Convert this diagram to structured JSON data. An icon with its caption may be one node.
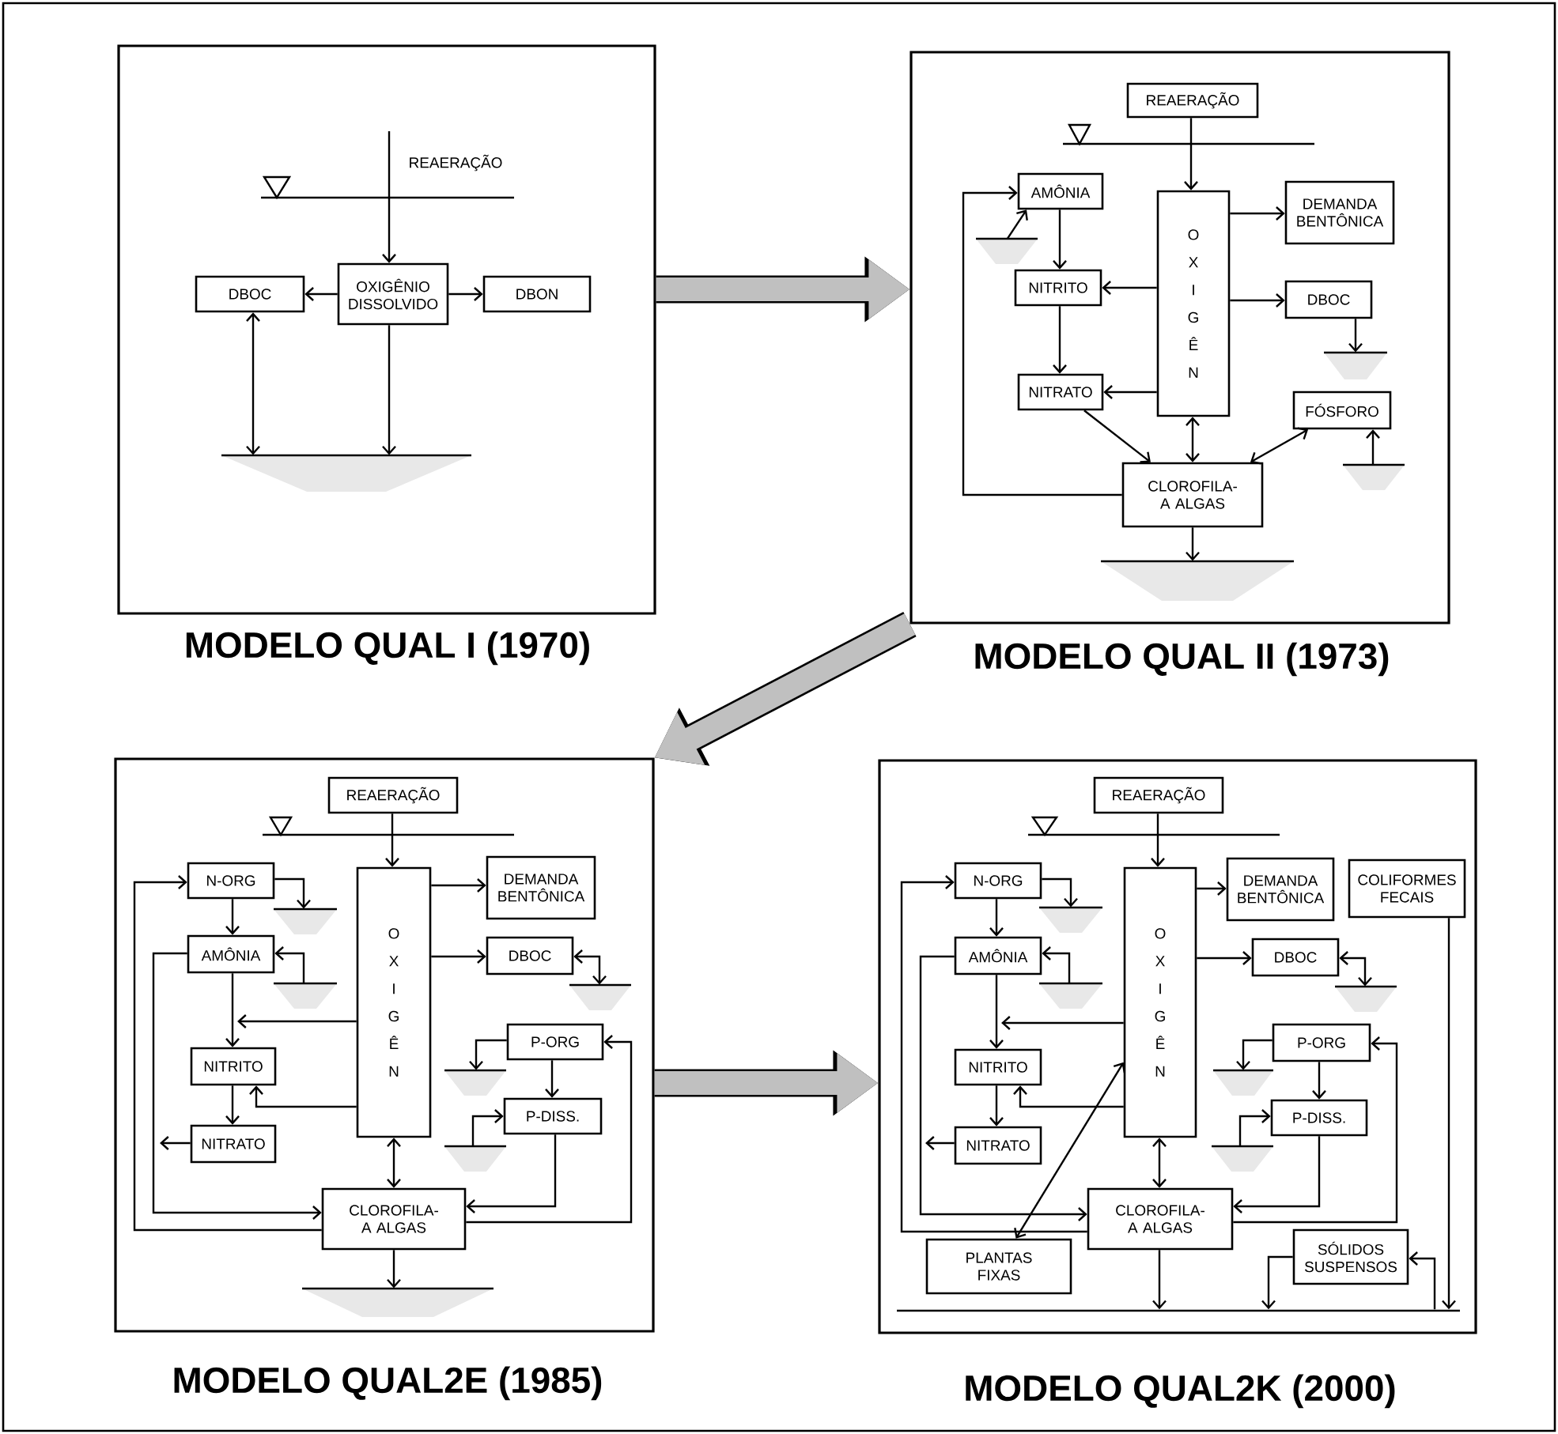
{
  "diagram": {
    "nodes": [
      {
        "text": [
          "MODELO QUAL I (1970)"
        ]
      },
      {
        "text": [
          "OXIGÊNIO DISSOLVIDO"
        ],
        "in": 0
      },
      {
        "text": [
          "DBOC"
        ],
        "in": 0
      },
      {
        "text": [
          "DBON"
        ],
        "in": 0
      },
      {
        "text": [],
        "shape": "trapezoid",
        "in": 0
      },
      {
        "text": [
          "MODELO QUAL II (1973)"
        ]
      },
      {
        "text": [
          "REAERAÇÃO"
        ],
        "in": 5
      },
      {
        "text": [
          "AMÔNIA"
        ],
        "in": 5
      },
      {
        "text": [
          "O X I G Ê N"
        ],
        "in": 5
      },
      {
        "text": [
          "DEMANDA BENTÔNICA"
        ],
        "in": 5
      },
      {
        "text": [],
        "shape": "trapezoid",
        "in": 5
      },
      {
        "text": [
          "NITRITO"
        ],
        "in": 5
      },
      {
        "text": [
          "DBOC"
        ],
        "in": 5
      },
      {
        "text": [],
        "shape": "trapezoid",
        "in": 5
      },
      {
        "text": [
          "NITRATO"
        ],
        "in": 5
      },
      {
        "text": [
          "FÓSFORO"
        ],
        "in": 5
      },
      {
        "text": [],
        "shape": "trapezoid",
        "in": 5
      },
      {
        "text": [
          "CLOROFILA-A ALGAS"
        ],
        "in": 5
      },
      {
        "text": [],
        "shape": "trapezoid",
        "in": 5
      },
      {
        "text": [
          "MODELO QUAL2E (1985)"
        ]
      },
      {
        "text": [
          "REAERAÇÃO"
        ],
        "in": 19
      },
      {
        "text": [
          "N-ORG"
        ],
        "in": 19
      },
      {
        "text": [
          "O X I G Ê N"
        ],
        "in": 19
      },
      {
        "text": [
          "DEMANDA BENTÔNICA"
        ],
        "in": 19
      },
      {
        "text": [],
        "shape": "trapezoid",
        "in": 19
      },
      {
        "text": [
          "AMÔNIA"
        ],
        "in": 19
      },
      {
        "text": [
          "DBOC"
        ],
        "in": 19
      },
      {
        "text": [],
        "shape": "trapezoid",
        "in": 19
      },
      {
        "text": [],
        "shape": "trapezoid",
        "in": 19
      },
      {
        "text": [
          "P-ORG"
        ],
        "in": 19
      },
      {
        "text": [
          "NITRITO"
        ],
        "in": 19
      },
      {
        "text": [],
        "shape": "trapezoid",
        "in": 19
      },
      {
        "text": [
          "P-DISS."
        ],
        "in": 19
      },
      {
        "text": [
          "NITRATO"
        ],
        "in": 19
      },
      {
        "text": [],
        "shape": "trapezoid",
        "in": 19
      },
      {
        "text": [
          "CLOROFILA-A ALGAS"
        ],
        "in": 19
      },
      {
        "text": [],
        "shape": "trapezoid",
        "in": 19
      },
      {
        "text": [
          "MODELO QUAL2K (2000)"
        ]
      },
      {
        "text": [
          "REAERAÇÃO"
        ],
        "in": 37
      },
      {
        "text": [
          "N-ORG"
        ],
        "in": 37
      },
      {
        "text": [
          "O X I G Ê N"
        ],
        "in": 37
      },
      {
        "text": [
          "DEMANDA BENTÔNICA"
        ],
        "in": 37
      },
      {
        "text": [
          "COLIFORMES FECAIS"
        ],
        "in": 37
      },
      {
        "text": [],
        "shape": "trapezoid",
        "in": 37
      },
      {
        "text": [
          "AMÔNIA"
        ],
        "in": 37
      },
      {
        "text": [
          "DBOC"
        ],
        "in": 37
      },
      {
        "text": [],
        "shape": "trapezoid",
        "in": 37
      },
      {
        "text": [],
        "shape": "trapezoid",
        "in": 37
      },
      {
        "text": [
          "P-ORG"
        ],
        "in": 37
      },
      {
        "text": [
          "NITRITO"
        ],
        "in": 37
      },
      {
        "text": [],
        "shape": "trapezoid",
        "in": 37
      },
      {
        "text": [
          "P-DISS."
        ],
        "in": 37
      },
      {
        "text": [
          "NITRATO"
        ],
        "in": 37
      },
      {
        "text": [],
        "shape": "trapezoid",
        "in": 37
      },
      {
        "text": [
          "CLOROFILA-A ALGAS"
        ],
        "in": 37
      },
      {
        "text": [
          "SÓLIDOS SUSPENSOS"
        ],
        "in": 37
      },
      {
        "text": [
          "PLANTAS FIXAS"
        ],
        "in": 37
      },
      {
        "text": [],
        "shape": "line",
        "in": 37
      }
    ],
    "edges": [
      {
        "from": null,
        "to": 1,
        "arrow": "to"
      },
      {
        "from": 1,
        "to": 2,
        "arrow": "to"
      },
      {
        "from": 1,
        "to": 3,
        "arrow": "to"
      },
      {
        "from": 2,
        "to": 4,
        "arrow": "both"
      },
      {
        "from": 1,
        "to": 4,
        "arrow": "to"
      },
      {
        "from": 0,
        "to": 5,
        "arrow": "to",
        "style": "thick",
        "color": "#c0c0c0"
      },
      {
        "from": 6,
        "to": 8,
        "arrow": "to"
      },
      {
        "from": 10,
        "to": 7,
        "arrow": "to"
      },
      {
        "from": 7,
        "to": 11,
        "arrow": "to"
      },
      {
        "from": 11,
        "to": 14,
        "arrow": "to"
      },
      {
        "from": 8,
        "to": 11,
        "arrow": "to"
      },
      {
        "from": 8,
        "to": 14,
        "arrow": "to"
      },
      {
        "from": 8,
        "to": 9,
        "arrow": "to"
      },
      {
        "from": 8,
        "to": 12,
        "arrow": "to"
      },
      {
        "from": 12,
        "to": 13,
        "arrow": "to"
      },
      {
        "from": 14,
        "to": 17,
        "arrow": "to"
      },
      {
        "from": 8,
        "to": 17,
        "arrow": "both"
      },
      {
        "from": 15,
        "to": 17,
        "arrow": "both"
      },
      {
        "from": 16,
        "to": 15,
        "arrow": "to"
      },
      {
        "from": 17,
        "to": 7,
        "arrow": "to"
      },
      {
        "from": 17,
        "to": 18,
        "arrow": "to"
      },
      {
        "from": 5,
        "to": 19,
        "arrow": "to",
        "style": "thick",
        "color": "#c0c0c0"
      },
      {
        "from": 20,
        "to": 22,
        "arrow": "to"
      },
      {
        "from": 22,
        "to": 23,
        "arrow": "to"
      },
      {
        "from": 22,
        "to": 26,
        "arrow": "to"
      },
      {
        "from": 26,
        "to": 28,
        "arrow": "both"
      },
      {
        "from": 21,
        "to": 24,
        "arrow": "to"
      },
      {
        "from": 21,
        "to": 25,
        "arrow": "to"
      },
      {
        "from": 27,
        "to": 25,
        "arrow": "to"
      },
      {
        "from": 25,
        "to": 30,
        "arrow": "to"
      },
      {
        "from": 22,
        "to": null,
        "arrow": "to"
      },
      {
        "from": 22,
        "to": 30,
        "arrow": "to"
      },
      {
        "from": 30,
        "to": 33,
        "arrow": "to"
      },
      {
        "from": 33,
        "to": null,
        "arrow": "to"
      },
      {
        "from": 25,
        "to": 35,
        "arrow": "to"
      },
      {
        "from": 35,
        "to": 21,
        "arrow": "to"
      },
      {
        "from": 22,
        "to": 35,
        "arrow": "both"
      },
      {
        "from": 29,
        "to": 31,
        "arrow": "to"
      },
      {
        "from": 29,
        "to": 32,
        "arrow": "to"
      },
      {
        "from": 34,
        "to": 32,
        "arrow": "to"
      },
      {
        "from": 32,
        "to": 35,
        "arrow": "to"
      },
      {
        "from": 35,
        "to": 29,
        "arrow": "to"
      },
      {
        "from": 35,
        "to": 36,
        "arrow": "to"
      },
      {
        "from": 19,
        "to": 37,
        "arrow": "to",
        "style": "thick",
        "color": "#c0c0c0"
      },
      {
        "from": 38,
        "to": 40,
        "arrow": "to"
      },
      {
        "from": 40,
        "to": 41,
        "arrow": "to"
      },
      {
        "from": 40,
        "to": 45,
        "arrow": "to"
      },
      {
        "from": 45,
        "to": 47,
        "arrow": "both"
      },
      {
        "from": 39,
        "to": 43,
        "arrow": "to"
      },
      {
        "from": 39,
        "to": 44,
        "arrow": "to"
      },
      {
        "from": 46,
        "to": 44,
        "arrow": "to"
      },
      {
        "from": 44,
        "to": 49,
        "arrow": "to"
      },
      {
        "from": 40,
        "to": null,
        "arrow": "to"
      },
      {
        "from": 40,
        "to": 49,
        "arrow": "to"
      },
      {
        "from": 49,
        "to": 52,
        "arrow": "to"
      },
      {
        "from": 52,
        "to": null,
        "arrow": "to"
      },
      {
        "from": 44,
        "to": 54,
        "arrow": "to"
      },
      {
        "from": 54,
        "to": 39,
        "arrow": "to"
      },
      {
        "from": 40,
        "to": 54,
        "arrow": "both"
      },
      {
        "from": 40,
        "to": 56,
        "arrow": "both"
      },
      {
        "from": 48,
        "to": 50,
        "arrow": "to"
      },
      {
        "from": 48,
        "to": 51,
        "arrow": "to"
      },
      {
        "from": 53,
        "to": 51,
        "arrow": "to"
      },
      {
        "from": 51,
        "to": 54,
        "arrow": "to"
      },
      {
        "from": 54,
        "to": 48,
        "arrow": "to"
      },
      {
        "from": 54,
        "to": 57,
        "arrow": "to"
      },
      {
        "from": 55,
        "to": 57,
        "arrow": "to"
      },
      {
        "from": 57,
        "to": 55,
        "arrow": "to"
      },
      {
        "from": 42,
        "to": 57,
        "arrow": "to"
      }
    ],
    "labels": [
      "REAERAÇÃO"
    ]
  }
}
